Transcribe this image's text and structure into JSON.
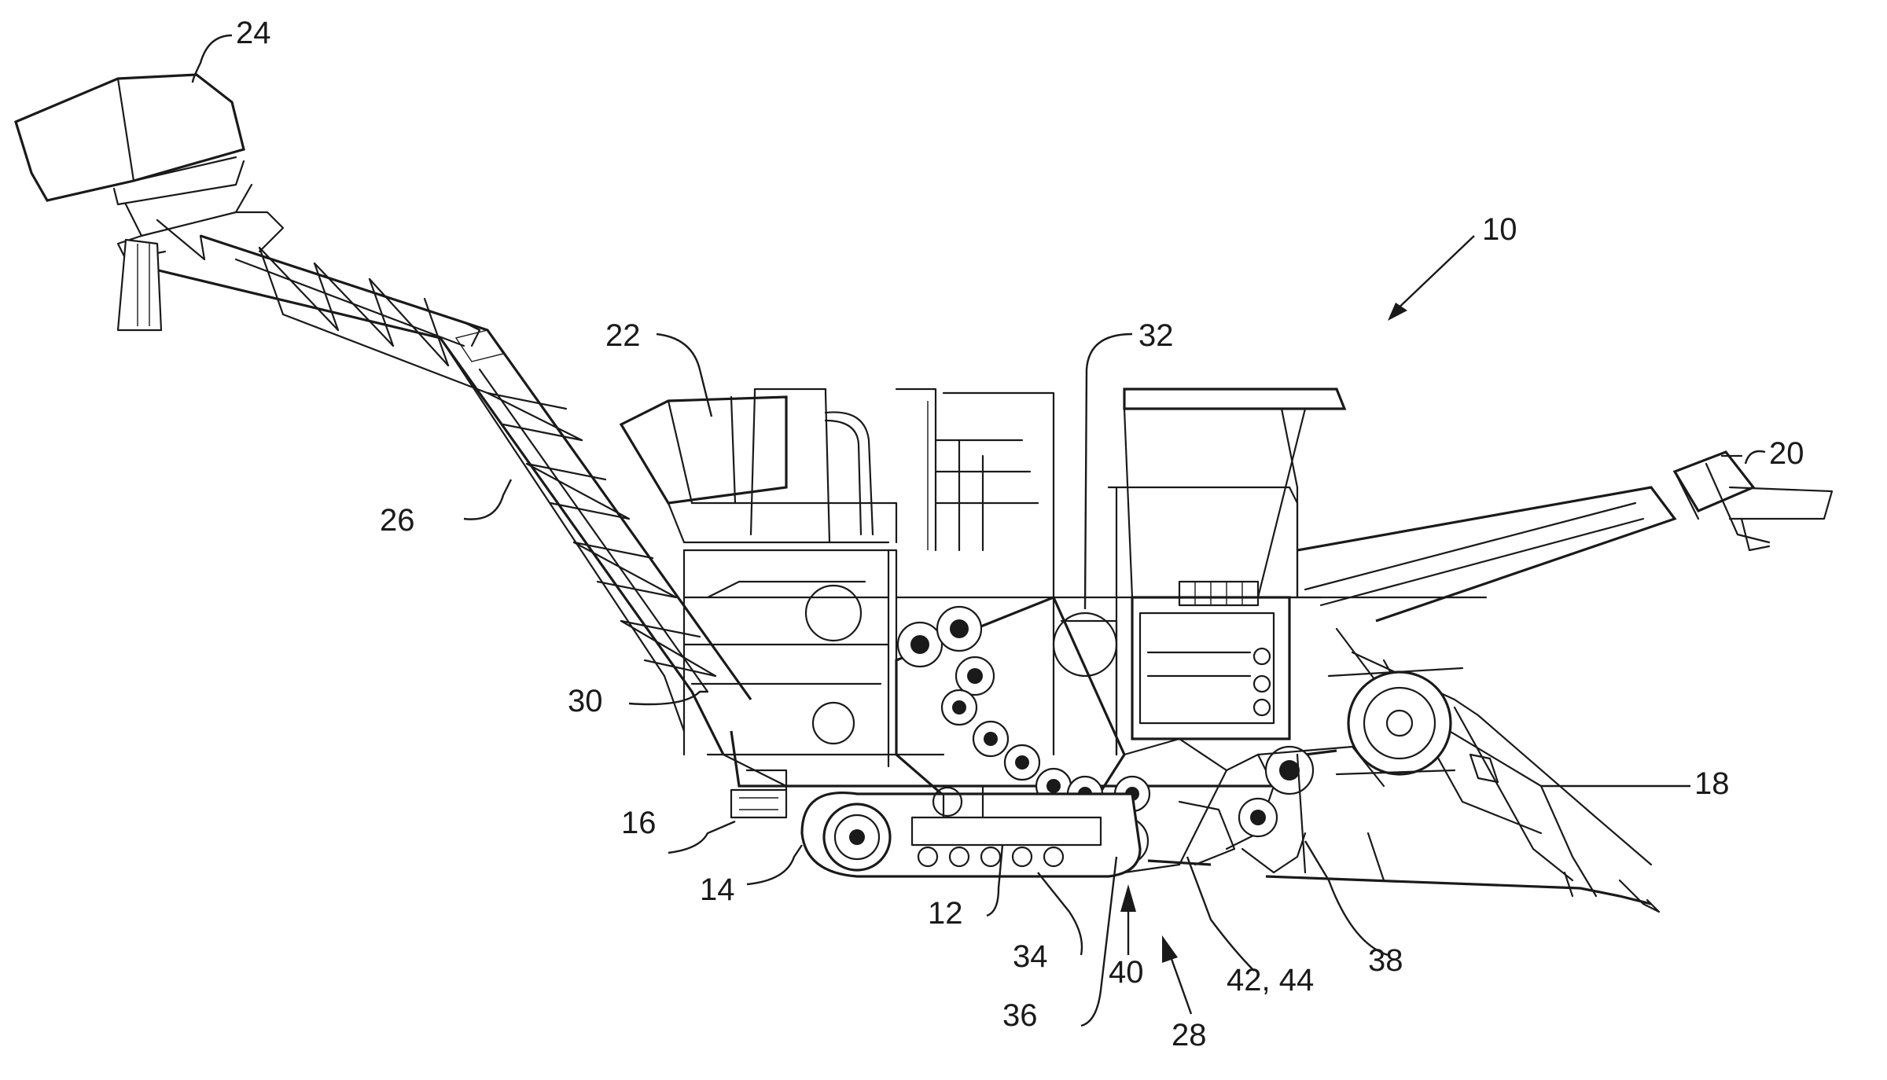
{
  "labels": {
    "l10": "10",
    "l12": "12",
    "l14": "14",
    "l16": "16",
    "l18": "18",
    "l20": "20",
    "l22": "22",
    "l24": "24",
    "l26": "26",
    "l28": "28",
    "l30": "30",
    "l32": "32",
    "l34": "34",
    "l36": "36",
    "l38": "38",
    "l40": "40",
    "l4244": "42, 44"
  }
}
